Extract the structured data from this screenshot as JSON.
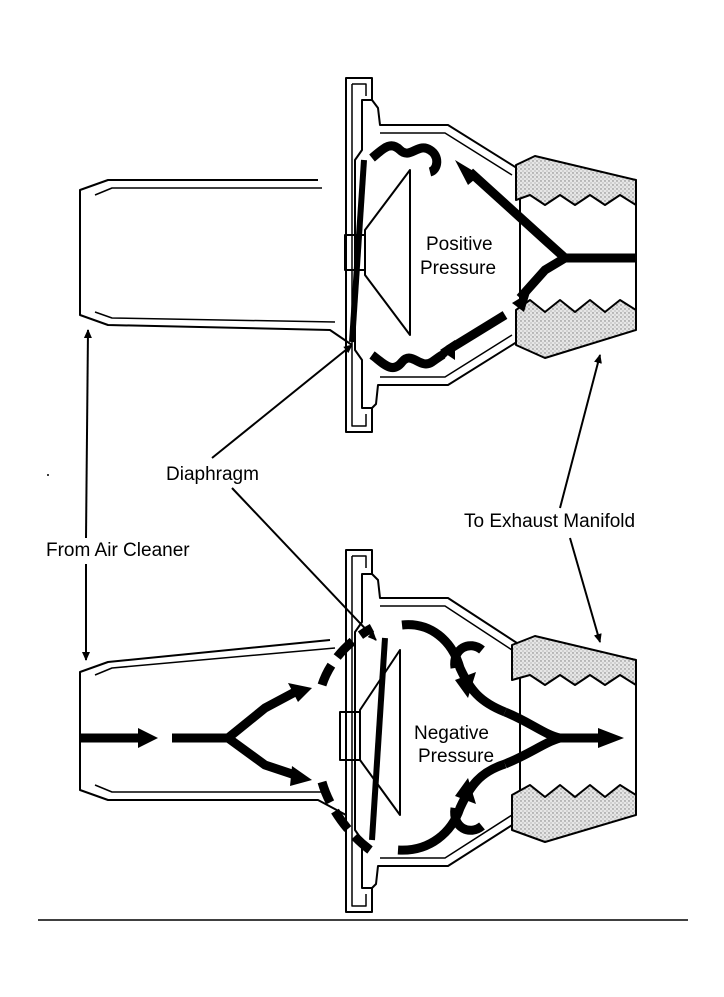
{
  "labels": {
    "positive_pressure_line1": "Positive",
    "positive_pressure_line2": "Pressure",
    "negative_pressure_line1": "Negative",
    "negative_pressure_line2": "Pressure",
    "diaphragm": "Diaphragm",
    "from_air_cleaner": "From Air Cleaner",
    "to_exhaust_manifold": "To Exhaust Manifold"
  },
  "colors": {
    "ink": "#000000",
    "background": "#ffffff",
    "gasket_stipple": "#d9d9d9"
  }
}
